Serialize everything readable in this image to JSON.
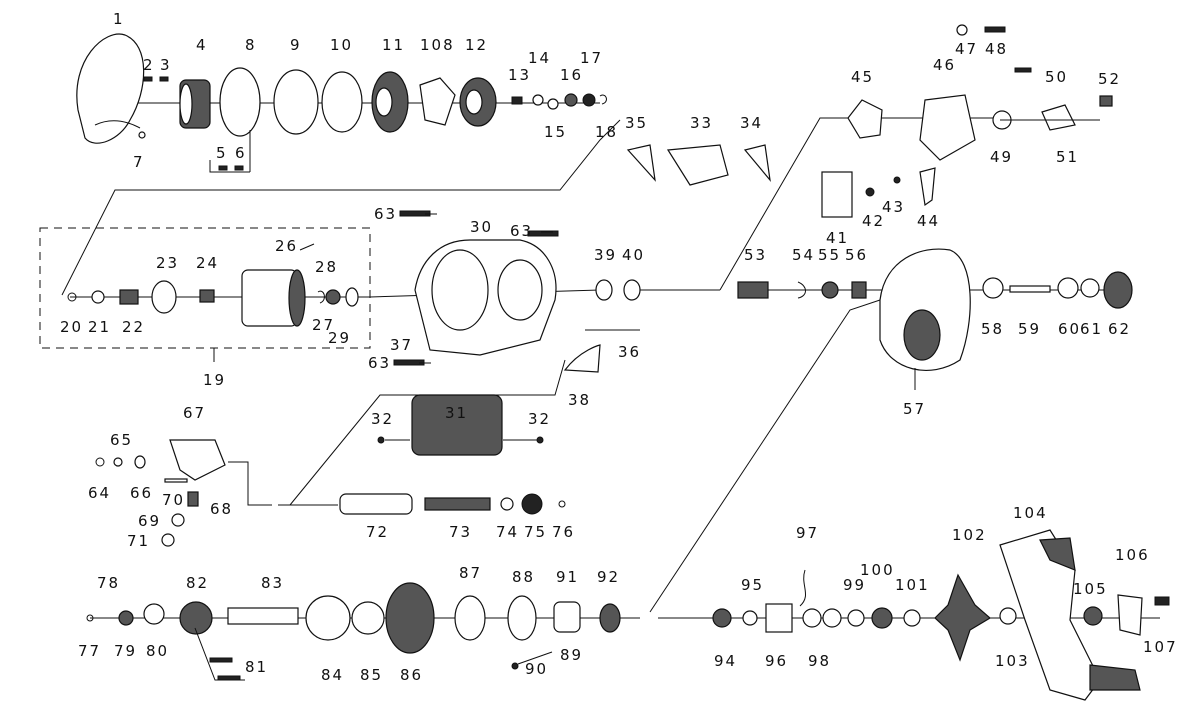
{
  "diagram": {
    "labels": {
      "p1": "1",
      "p2": "2",
      "p3": "3",
      "p4": "4",
      "p5": "5",
      "p6": "6",
      "p7": "7",
      "p8": "8",
      "p9": "9",
      "p10": "10",
      "p11": "11",
      "p108": "108",
      "p12": "12",
      "p13": "13",
      "p14": "14",
      "p15": "15",
      "p16": "16",
      "p17": "17",
      "p18": "18",
      "p19": "19",
      "p20": "20",
      "p21": "21",
      "p22": "22",
      "p23": "23",
      "p24": "24",
      "p26": "26",
      "p27": "27",
      "p28": "28",
      "p29": "29",
      "p30": "30",
      "p31": "31",
      "p32a": "32",
      "p32b": "32",
      "p33": "33",
      "p34": "34",
      "p35": "35",
      "p36": "36",
      "p37": "37",
      "p38": "38",
      "p39": "39",
      "p40": "40",
      "p41": "41",
      "p42": "42",
      "p43": "43",
      "p44": "44",
      "p45": "45",
      "p46": "46",
      "p47": "47",
      "p48": "48",
      "p49": "49",
      "p50": "50",
      "p51": "51",
      "p52": "52",
      "p53": "53",
      "p54": "54",
      "p55": "55",
      "p56": "56",
      "p57": "57",
      "p58": "58",
      "p59": "59",
      "p60": "60",
      "p61": "61",
      "p62": "62",
      "p63a": "63",
      "p63b": "63",
      "p63c": "63",
      "p64": "64",
      "p65": "65",
      "p66": "66",
      "p67": "67",
      "p68": "68",
      "p69": "69",
      "p70": "70",
      "p71": "71",
      "p72": "72",
      "p73": "73",
      "p74": "74",
      "p75": "75",
      "p76": "76",
      "p77": "77",
      "p78": "78",
      "p79": "79",
      "p80": "80",
      "p81": "81",
      "p82": "82",
      "p83": "83",
      "p84": "84",
      "p85": "85",
      "p86": "86",
      "p87": "87",
      "p88": "88",
      "p89": "89",
      "p90": "90",
      "p91": "91",
      "p92": "92",
      "p94": "94",
      "p95": "95",
      "p96": "96",
      "p97": "97",
      "p98": "98",
      "p99": "99",
      "p100": "100",
      "p101": "101",
      "p102": "102",
      "p103": "103",
      "p104": "104",
      "p105": "105",
      "p106": "106",
      "p107": "107"
    }
  }
}
